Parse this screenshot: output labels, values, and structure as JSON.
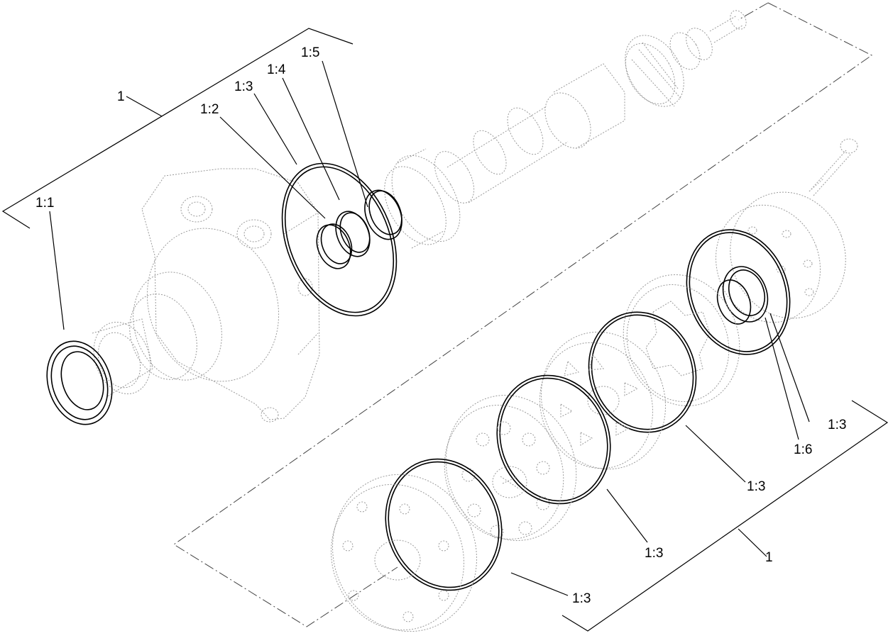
{
  "labels": {
    "assembly_upper": "1",
    "seal_1_1": "1:1",
    "seal_1_2": "1:2",
    "oring_1_3_top": "1:3",
    "ring_1_4": "1:4",
    "ring_1_5": "1:5",
    "ring_1_6": "1:6",
    "oring_1_3_right": "1:3",
    "oring_1_3_mid": "1:3",
    "oring_1_3_lower": "1:3",
    "oring_1_3_bottom": "1:3",
    "assembly_lower": "1"
  }
}
